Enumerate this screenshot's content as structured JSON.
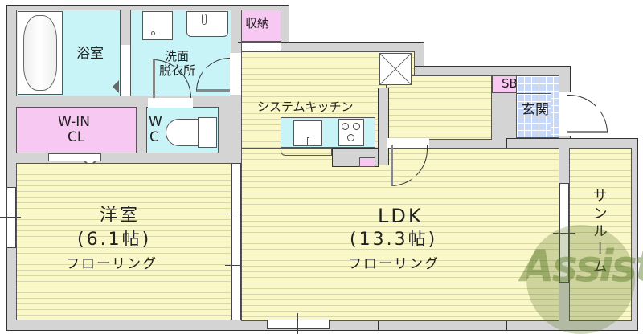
{
  "floorplan": {
    "rooms": {
      "bath": {
        "label": "浴室"
      },
      "washroom": {
        "label_line1": "洗面",
        "label_line2": "脱衣所"
      },
      "storage": {
        "label": "収納"
      },
      "walkin_closet": {
        "label_line1": "W-IN",
        "label_line2": "CL"
      },
      "toilet": {
        "label_line1": "W",
        "label_line2": "C"
      },
      "kitchen": {
        "label": "システムキッチン"
      },
      "shoe_box": {
        "label": "SB"
      },
      "entrance": {
        "label": "玄関"
      },
      "western_room": {
        "name": "洋室",
        "size": "(6.1帖)",
        "floor": "フローリング"
      },
      "ldk": {
        "name": "LDK",
        "size": "(13.3帖)",
        "floor": "フローリング"
      },
      "sunroom": {
        "label": "サンルーム"
      }
    },
    "watermark": {
      "text": "Assist"
    },
    "colors": {
      "wall": "#d4d4d4",
      "flooring": "#fbf8c8",
      "wet_area": "#c8f4f8",
      "storage": "#f7c8f2",
      "entrance_tile": "#c8d8f8",
      "watermark": "#5a7828"
    }
  }
}
